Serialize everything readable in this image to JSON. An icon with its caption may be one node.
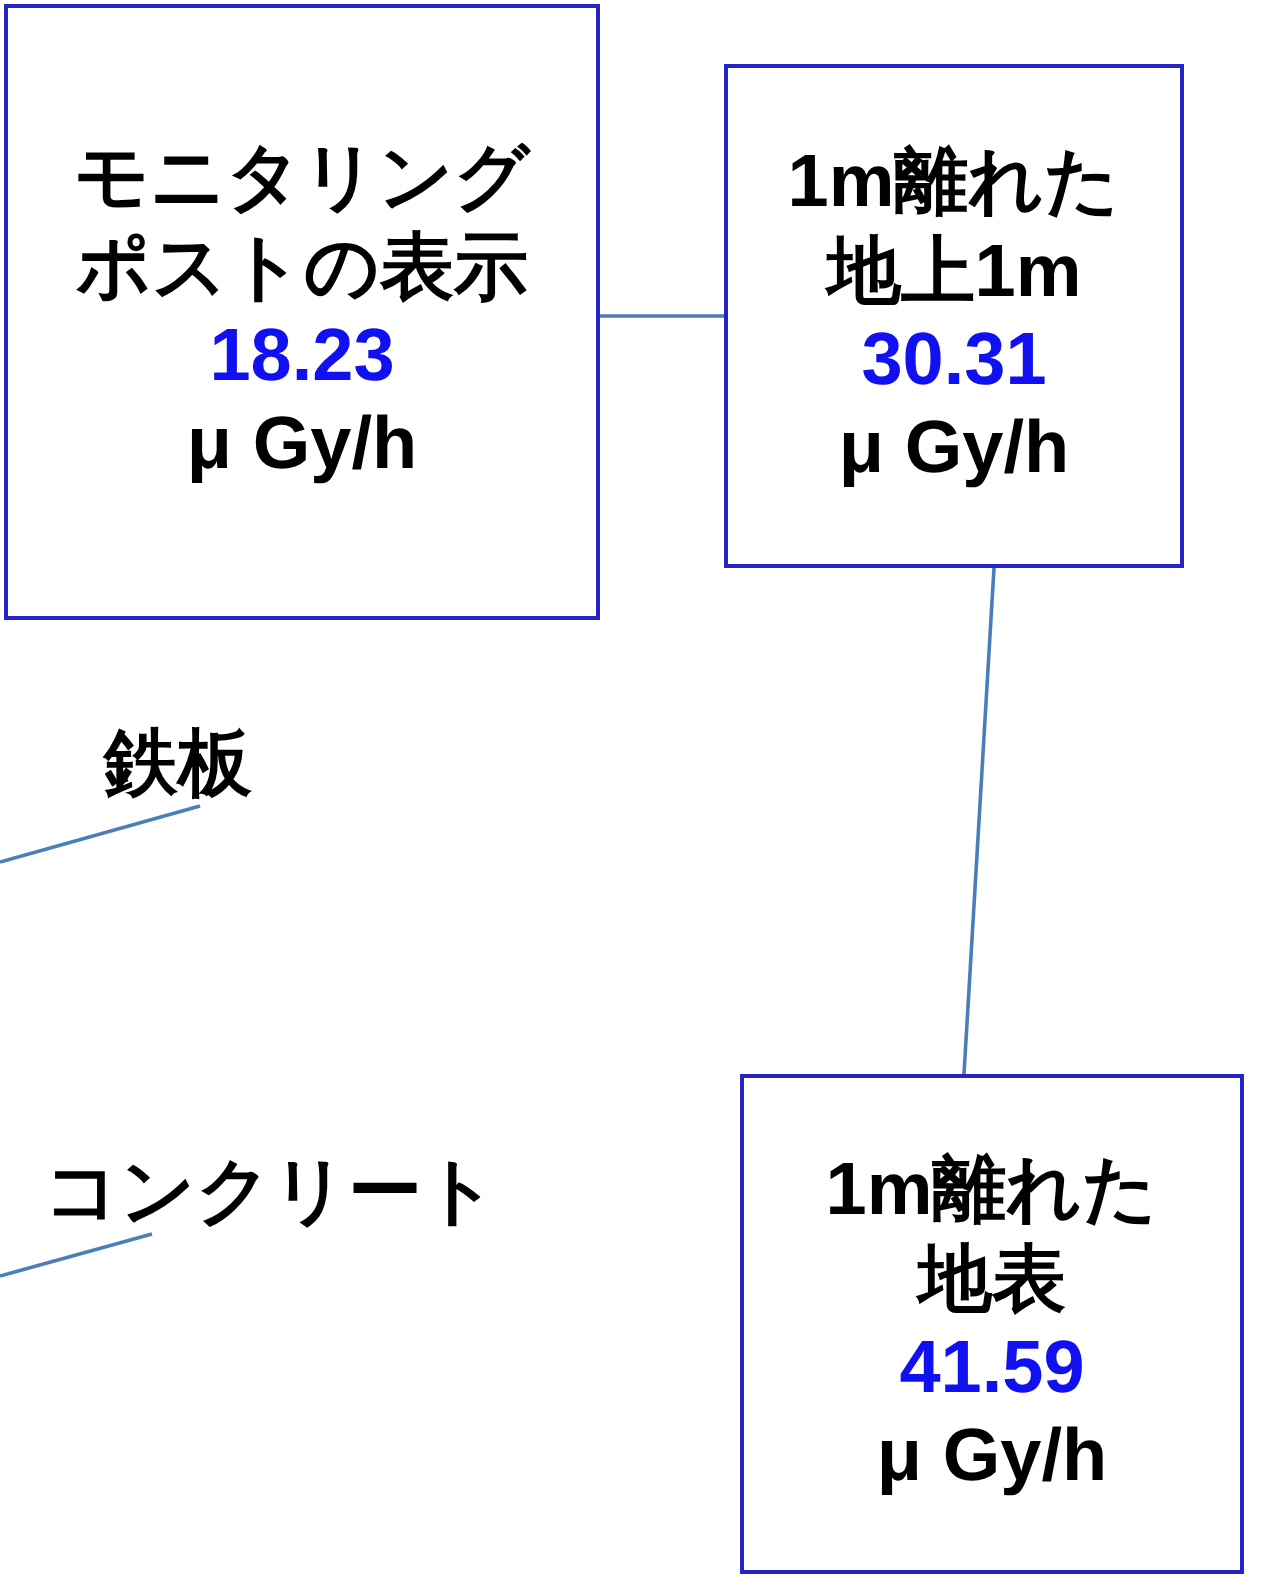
{
  "diagram": {
    "nodes": [
      {
        "text": [
          "モニタリングポストの表示",
          "18.23",
          "μ Gy/h"
        ]
      },
      {
        "text": [
          "1m離れた地上1m",
          "30.31",
          "μ Gy/h"
        ]
      },
      {
        "text": [
          "1m離れた地表",
          "41.59",
          "μ Gy/h"
        ]
      },
      {
        "text": [
          "鉄板"
        ]
      },
      {
        "text": [
          "コンクリート"
        ]
      }
    ],
    "edges": [
      {
        "from": 0,
        "to": 1,
        "arrow": "none"
      },
      {
        "from": 1,
        "to": 2,
        "arrow": "none"
      },
      {
        "from": null,
        "to": 3,
        "arrow": "none"
      },
      {
        "from": null,
        "to": 4,
        "arrow": "none"
      }
    ]
  }
}
